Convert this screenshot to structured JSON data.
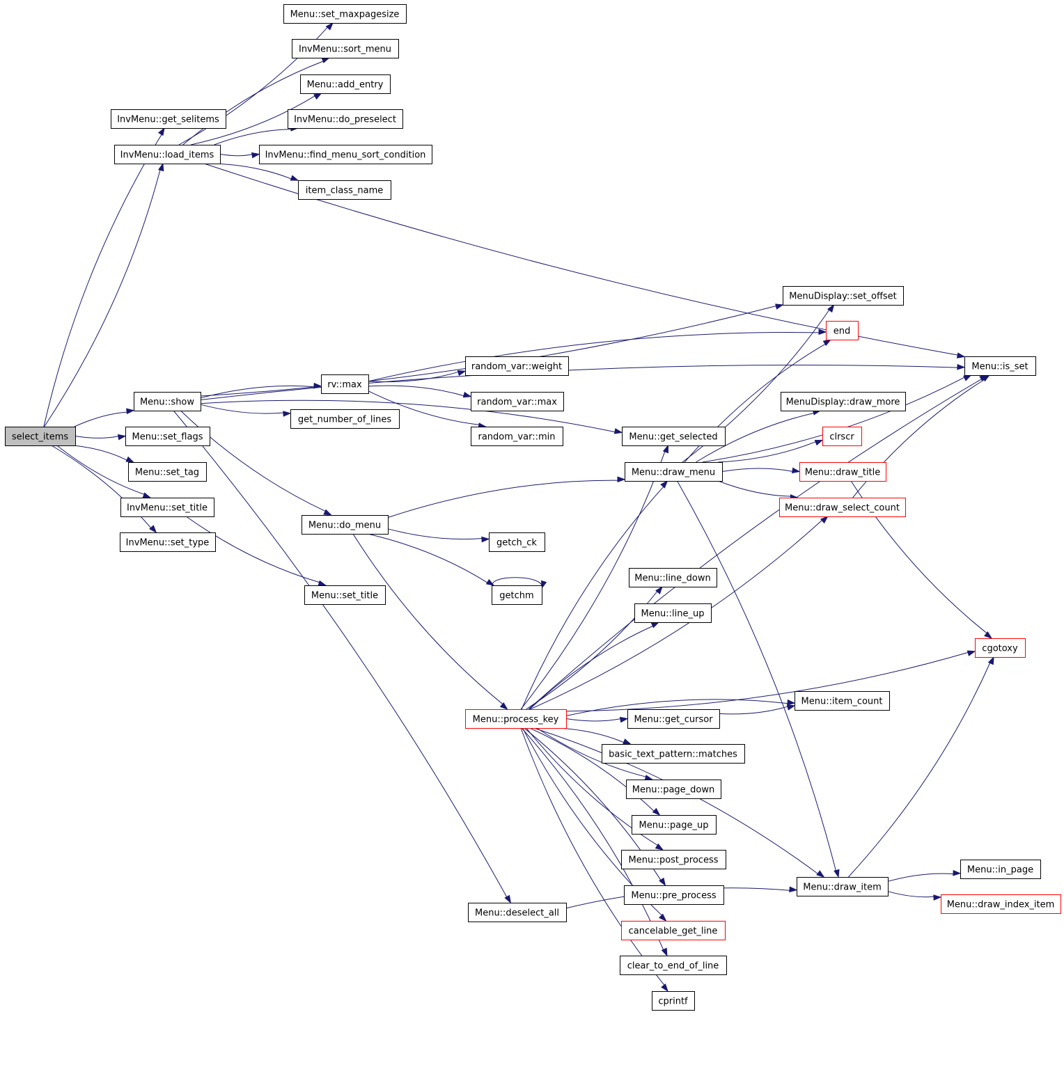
{
  "graph": {
    "colors": {
      "edge": "#191970",
      "node_border": "#000000",
      "truncated_border": "#ff0000",
      "root_fill": "#bfbfbf",
      "node_fill": "#ffffff"
    },
    "nodes": [
      {
        "id": "select_items",
        "label": "select_items",
        "style": "root"
      },
      {
        "id": "invmenu_get_selitems",
        "label": "InvMenu::get_selitems"
      },
      {
        "id": "invmenu_load_items",
        "label": "InvMenu::load_items"
      },
      {
        "id": "menu_show",
        "label": "Menu::show"
      },
      {
        "id": "menu_set_flags",
        "label": "Menu::set_flags"
      },
      {
        "id": "menu_set_tag",
        "label": "Menu::set_tag"
      },
      {
        "id": "invmenu_set_title",
        "label": "InvMenu::set_title"
      },
      {
        "id": "invmenu_set_type",
        "label": "InvMenu::set_type"
      },
      {
        "id": "menu_set_maxpagesize",
        "label": "Menu::set_maxpagesize"
      },
      {
        "id": "invmenu_sort_menu",
        "label": "InvMenu::sort_menu"
      },
      {
        "id": "menu_add_entry",
        "label": "Menu::add_entry"
      },
      {
        "id": "invmenu_do_preselect",
        "label": "InvMenu::do_preselect"
      },
      {
        "id": "invmenu_find_menu_sort_condition",
        "label": "InvMenu::find_menu_sort_condition"
      },
      {
        "id": "item_class_name",
        "label": "item_class_name"
      },
      {
        "id": "rv_max",
        "label": "rv::max"
      },
      {
        "id": "get_number_of_lines",
        "label": "get_number_of_lines"
      },
      {
        "id": "menu_do_menu",
        "label": "Menu::do_menu"
      },
      {
        "id": "menu_set_title",
        "label": "Menu::set_title"
      },
      {
        "id": "random_var_weight",
        "label": "random_var::weight"
      },
      {
        "id": "random_var_max",
        "label": "random_var::max"
      },
      {
        "id": "random_var_min",
        "label": "random_var::min"
      },
      {
        "id": "menu_get_selected",
        "label": "Menu::get_selected"
      },
      {
        "id": "menu_draw_menu",
        "label": "Menu::draw_menu"
      },
      {
        "id": "getch_ck",
        "label": "getch_ck"
      },
      {
        "id": "getchm",
        "label": "getchm"
      },
      {
        "id": "menu_line_down",
        "label": "Menu::line_down"
      },
      {
        "id": "menu_line_up",
        "label": "Menu::line_up"
      },
      {
        "id": "menu_process_key",
        "label": "Menu::process_key",
        "style": "trunc"
      },
      {
        "id": "menu_get_cursor",
        "label": "Menu::get_cursor"
      },
      {
        "id": "basic_text_pattern_matches",
        "label": "basic_text_pattern::matches"
      },
      {
        "id": "menu_page_down",
        "label": "Menu::page_down"
      },
      {
        "id": "menu_page_up",
        "label": "Menu::page_up"
      },
      {
        "id": "menu_post_process",
        "label": "Menu::post_process"
      },
      {
        "id": "menu_pre_process",
        "label": "Menu::pre_process"
      },
      {
        "id": "cancelable_get_line",
        "label": "cancelable_get_line",
        "style": "trunc"
      },
      {
        "id": "clear_to_end_of_line",
        "label": "clear_to_end_of_line"
      },
      {
        "id": "cprintf",
        "label": "cprintf"
      },
      {
        "id": "menu_deselect_all",
        "label": "Menu::deselect_all"
      },
      {
        "id": "menudisplay_set_offset",
        "label": "MenuDisplay::set_offset"
      },
      {
        "id": "end",
        "label": "end",
        "style": "trunc"
      },
      {
        "id": "menudisplay_draw_more",
        "label": "MenuDisplay::draw_more"
      },
      {
        "id": "clrscr",
        "label": "clrscr",
        "style": "trunc"
      },
      {
        "id": "menu_draw_title",
        "label": "Menu::draw_title",
        "style": "trunc"
      },
      {
        "id": "menu_draw_select_count",
        "label": "Menu::draw_select_count",
        "style": "trunc"
      },
      {
        "id": "menu_item_count",
        "label": "Menu::item_count"
      },
      {
        "id": "menu_draw_item",
        "label": "Menu::draw_item"
      },
      {
        "id": "menu_is_set",
        "label": "Menu::is_set"
      },
      {
        "id": "cgotoxy",
        "label": "cgotoxy",
        "style": "trunc"
      },
      {
        "id": "menu_in_page",
        "label": "Menu::in_page"
      },
      {
        "id": "menu_draw_index_item",
        "label": "Menu::draw_index_item",
        "style": "trunc"
      }
    ],
    "edges": [
      [
        "select_items",
        "invmenu_get_selitems"
      ],
      [
        "select_items",
        "invmenu_load_items"
      ],
      [
        "select_items",
        "menu_show"
      ],
      [
        "select_items",
        "menu_set_flags"
      ],
      [
        "select_items",
        "menu_set_tag"
      ],
      [
        "select_items",
        "invmenu_set_title"
      ],
      [
        "select_items",
        "invmenu_set_type"
      ],
      [
        "invmenu_load_items",
        "menu_set_maxpagesize"
      ],
      [
        "invmenu_load_items",
        "invmenu_sort_menu"
      ],
      [
        "invmenu_load_items",
        "menu_add_entry"
      ],
      [
        "invmenu_load_items",
        "invmenu_do_preselect"
      ],
      [
        "invmenu_load_items",
        "invmenu_find_menu_sort_condition"
      ],
      [
        "invmenu_load_items",
        "item_class_name"
      ],
      [
        "invmenu_load_items",
        "menu_is_set"
      ],
      [
        "menu_show",
        "menu_is_set"
      ],
      [
        "menu_show",
        "menudisplay_set_offset"
      ],
      [
        "menu_show",
        "rv_max"
      ],
      [
        "menu_show",
        "get_number_of_lines"
      ],
      [
        "menu_show",
        "menu_get_selected"
      ],
      [
        "menu_show",
        "menu_do_menu"
      ],
      [
        "menu_show",
        "menu_deselect_all"
      ],
      [
        "invmenu_set_title",
        "menu_set_title"
      ],
      [
        "rv_max",
        "end"
      ],
      [
        "rv_max",
        "random_var_weight"
      ],
      [
        "rv_max",
        "random_var_max"
      ],
      [
        "rv_max",
        "random_var_min"
      ],
      [
        "menu_do_menu",
        "menu_draw_menu"
      ],
      [
        "menu_do_menu",
        "getch_ck"
      ],
      [
        "menu_do_menu",
        "getchm"
      ],
      [
        "menu_do_menu",
        "menu_process_key"
      ],
      [
        "getchm",
        "getchm"
      ],
      [
        "menu_draw_menu",
        "menudisplay_set_offset"
      ],
      [
        "menu_draw_menu",
        "end"
      ],
      [
        "menu_draw_menu",
        "menu_is_set"
      ],
      [
        "menu_draw_menu",
        "menudisplay_draw_more"
      ],
      [
        "menu_draw_menu",
        "clrscr"
      ],
      [
        "menu_draw_menu",
        "menu_draw_title"
      ],
      [
        "menu_draw_menu",
        "menu_draw_select_count"
      ],
      [
        "menu_draw_menu",
        "menu_draw_item"
      ],
      [
        "menu_draw_title",
        "cgotoxy"
      ],
      [
        "menu_draw_select_count",
        "menu_is_set"
      ],
      [
        "menu_process_key",
        "menu_get_selected"
      ],
      [
        "menu_process_key",
        "menu_draw_menu"
      ],
      [
        "menu_process_key",
        "menu_draw_select_count"
      ],
      [
        "menu_process_key",
        "menu_is_set"
      ],
      [
        "menu_process_key",
        "menu_line_down"
      ],
      [
        "menu_process_key",
        "menu_line_up"
      ],
      [
        "menu_process_key",
        "cgotoxy"
      ],
      [
        "menu_process_key",
        "menu_item_count"
      ],
      [
        "menu_process_key",
        "menu_get_cursor"
      ],
      [
        "menu_process_key",
        "basic_text_pattern_matches"
      ],
      [
        "menu_process_key",
        "menu_page_down"
      ],
      [
        "menu_process_key",
        "menu_page_up"
      ],
      [
        "menu_process_key",
        "menu_post_process"
      ],
      [
        "menu_process_key",
        "menu_pre_process"
      ],
      [
        "menu_process_key",
        "cancelable_get_line"
      ],
      [
        "menu_process_key",
        "clear_to_end_of_line"
      ],
      [
        "menu_process_key",
        "cprintf"
      ],
      [
        "menu_process_key",
        "menu_draw_item"
      ],
      [
        "menu_get_cursor",
        "menu_item_count"
      ],
      [
        "menu_deselect_all",
        "menu_draw_item"
      ],
      [
        "menu_draw_item",
        "cgotoxy"
      ],
      [
        "menu_draw_item",
        "menu_in_page"
      ],
      [
        "menu_draw_item",
        "menu_draw_index_item"
      ]
    ]
  }
}
